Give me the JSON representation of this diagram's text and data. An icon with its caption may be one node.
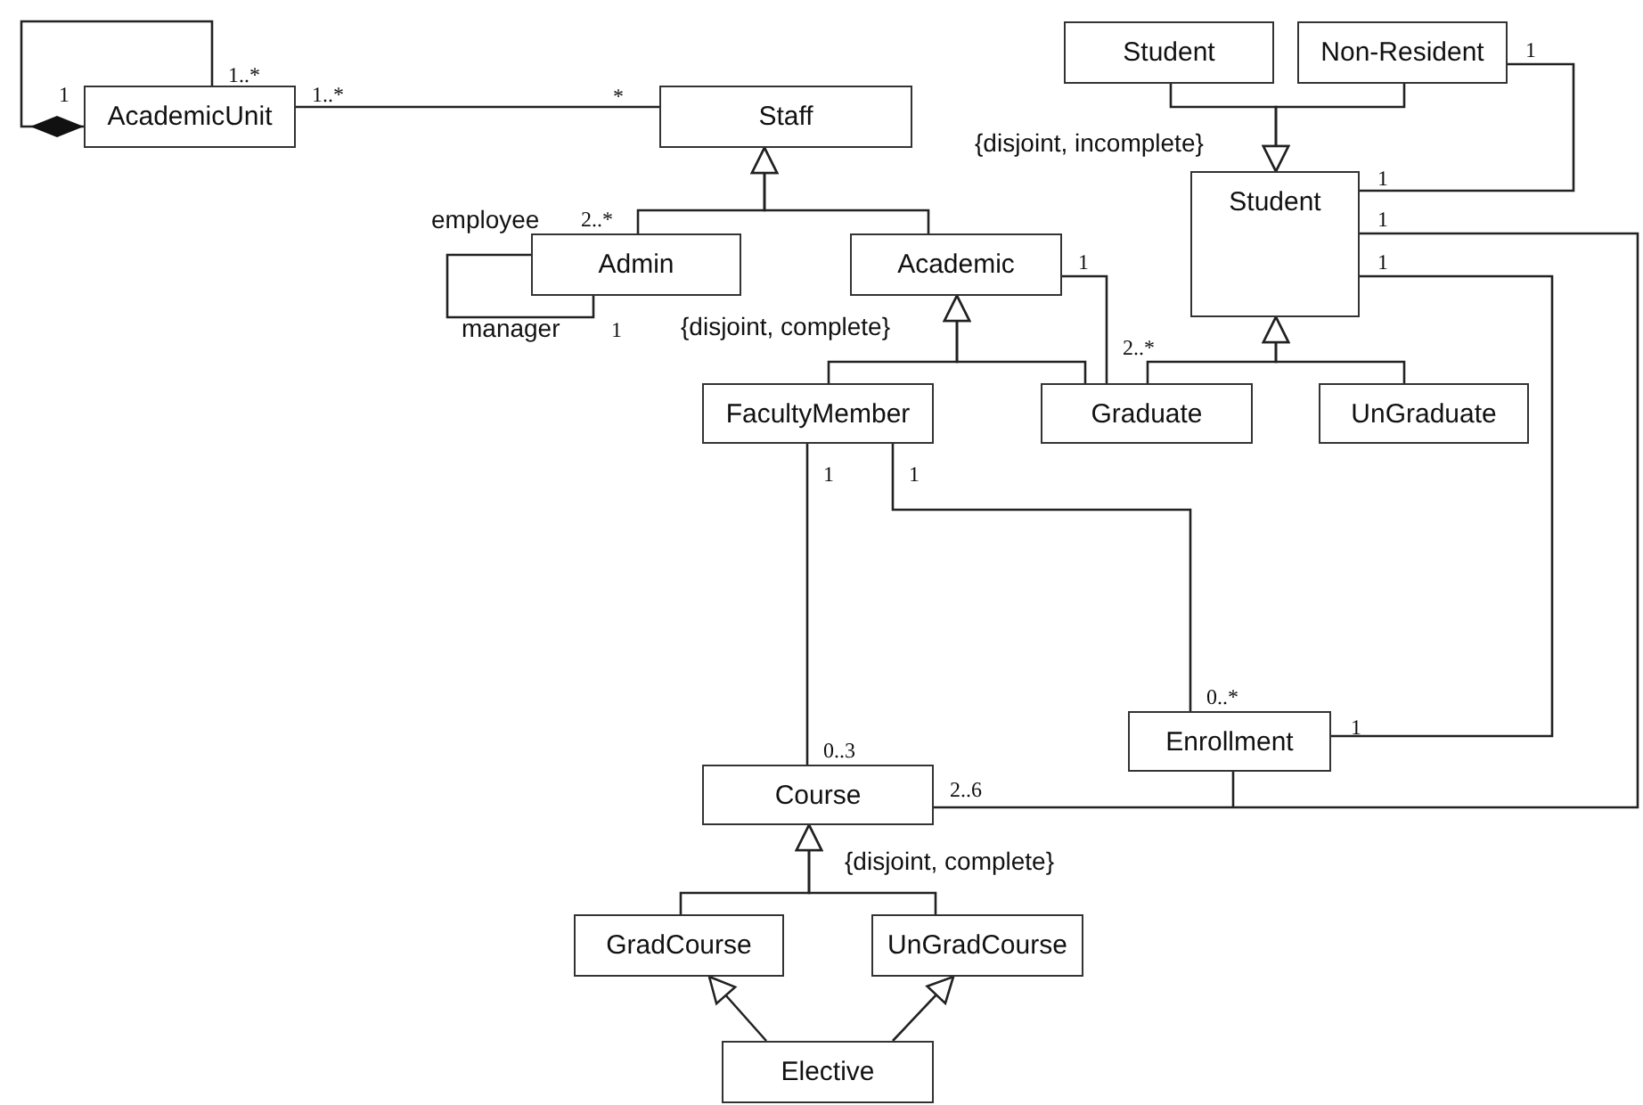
{
  "diagram": {
    "nodes": [
      {
        "text": [
          "AcademicUnit"
        ]
      },
      {
        "text": [
          "Staff"
        ]
      },
      {
        "text": [
          "Student"
        ]
      },
      {
        "text": [
          "Non-Resident"
        ]
      },
      {
        "text": [
          "Student"
        ]
      },
      {
        "text": [
          "Admin"
        ]
      },
      {
        "text": [
          "Academic"
        ]
      },
      {
        "text": [
          "FacultyMember"
        ]
      },
      {
        "text": [
          "Graduate"
        ]
      },
      {
        "text": [
          "UnGraduate"
        ]
      },
      {
        "text": [
          "Enrollment"
        ]
      },
      {
        "text": [
          "Course"
        ]
      },
      {
        "text": [
          "GradCourse"
        ]
      },
      {
        "text": [
          "UnGradCourse"
        ]
      },
      {
        "text": [
          "Elective"
        ]
      }
    ],
    "edges": [
      {
        "from": 0,
        "to": 0,
        "arrow": "other"
      },
      {
        "from": 0,
        "to": 1,
        "arrow": "none"
      },
      {
        "from": 5,
        "to": 1,
        "arrow": "to"
      },
      {
        "from": 6,
        "to": 1,
        "arrow": "to"
      },
      {
        "from": 5,
        "to": 5,
        "arrow": "none"
      },
      {
        "from": 7,
        "to": 6,
        "arrow": "to"
      },
      {
        "from": 8,
        "to": 6,
        "arrow": "to"
      },
      {
        "from": 6,
        "to": 8,
        "arrow": "none"
      },
      {
        "from": 2,
        "to": 4,
        "arrow": "to"
      },
      {
        "from": 3,
        "to": 4,
        "arrow": "to"
      },
      {
        "from": 8,
        "to": 4,
        "arrow": "to"
      },
      {
        "from": 9,
        "to": 4,
        "arrow": "to"
      },
      {
        "from": 3,
        "to": 4,
        "arrow": "none"
      },
      {
        "from": 4,
        "to": 11,
        "arrow": "none"
      },
      {
        "from": 4,
        "to": 10,
        "arrow": "none"
      },
      {
        "from": 7,
        "to": 11,
        "arrow": "none"
      },
      {
        "from": 7,
        "to": 10,
        "arrow": "none"
      },
      {
        "from": 10,
        "to": null,
        "arrow": "none"
      },
      {
        "from": 12,
        "to": 11,
        "arrow": "to"
      },
      {
        "from": 13,
        "to": 11,
        "arrow": "to"
      },
      {
        "from": 14,
        "to": 12,
        "arrow": "to"
      },
      {
        "from": 14,
        "to": 13,
        "arrow": "to"
      }
    ],
    "labels": [
      "1..*",
      "1",
      "1..*",
      "*",
      "1",
      "{disjoint, incomplete}",
      "1",
      "1",
      "employee",
      "2..*",
      "1",
      "1",
      "manager",
      "1",
      "{disjoint, complete}",
      "2..*",
      "1",
      "1",
      "0..*",
      "1",
      "0..3",
      "2..6",
      "{disjoint, complete}"
    ]
  }
}
